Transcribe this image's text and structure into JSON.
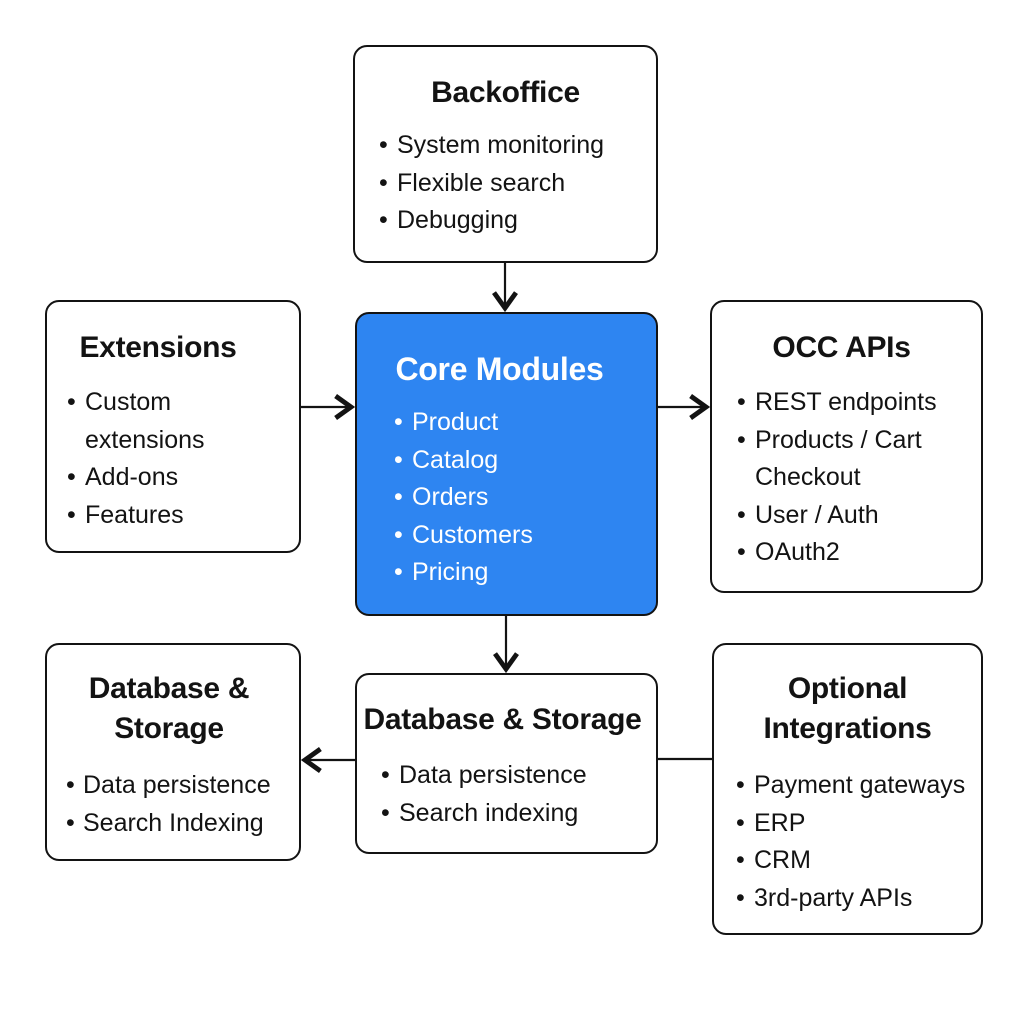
{
  "diagram": {
    "background_color": "#ffffff",
    "line_color": "#131313",
    "text_color": "#131313",
    "accent_color": "#2e85f1",
    "accent_text_color": "#ffffff"
  },
  "boxes": {
    "backoffice": {
      "title": "Backoffice",
      "items": [
        "System monitoring",
        "Flexible search",
        "Debugging"
      ]
    },
    "extensions": {
      "title": "Extensions",
      "items": [
        "Custom extensions",
        "Add-ons",
        "Features"
      ]
    },
    "core_modules": {
      "title": "Core Modules",
      "items": [
        "Product",
        "Catalog",
        "Orders",
        "Customers",
        "Pricing"
      ]
    },
    "occ_apis": {
      "title": "OCC APIs",
      "items": [
        "REST endpoints",
        "Products / Cart Checkout",
        "User / Auth",
        "OAuth2"
      ]
    },
    "database_storage_left": {
      "title": "Database & Storage",
      "items": [
        "Data persistence",
        "Search Indexing"
      ]
    },
    "database_storage_center": {
      "title": "Database & Storage",
      "items": [
        "Data persistence",
        "Search indexing"
      ]
    },
    "optional_integrations": {
      "title": "Optional Integrations",
      "items": [
        "Payment gateways",
        "ERP",
        "CRM",
        "3rd-party APIs"
      ]
    }
  },
  "connections": [
    {
      "from": "backoffice",
      "to": "core_modules",
      "arrowhead": true
    },
    {
      "from": "extensions",
      "to": "core_modules",
      "arrowhead": true
    },
    {
      "from": "core_modules",
      "to": "occ_apis",
      "arrowhead": true
    },
    {
      "from": "core_modules",
      "to": "database_storage_center",
      "arrowhead": true
    },
    {
      "from": "database_storage_center",
      "to": "database_storage_left",
      "arrowhead": true
    },
    {
      "from": "optional_integrations",
      "to": "database_storage_center",
      "arrowhead": false
    }
  ]
}
